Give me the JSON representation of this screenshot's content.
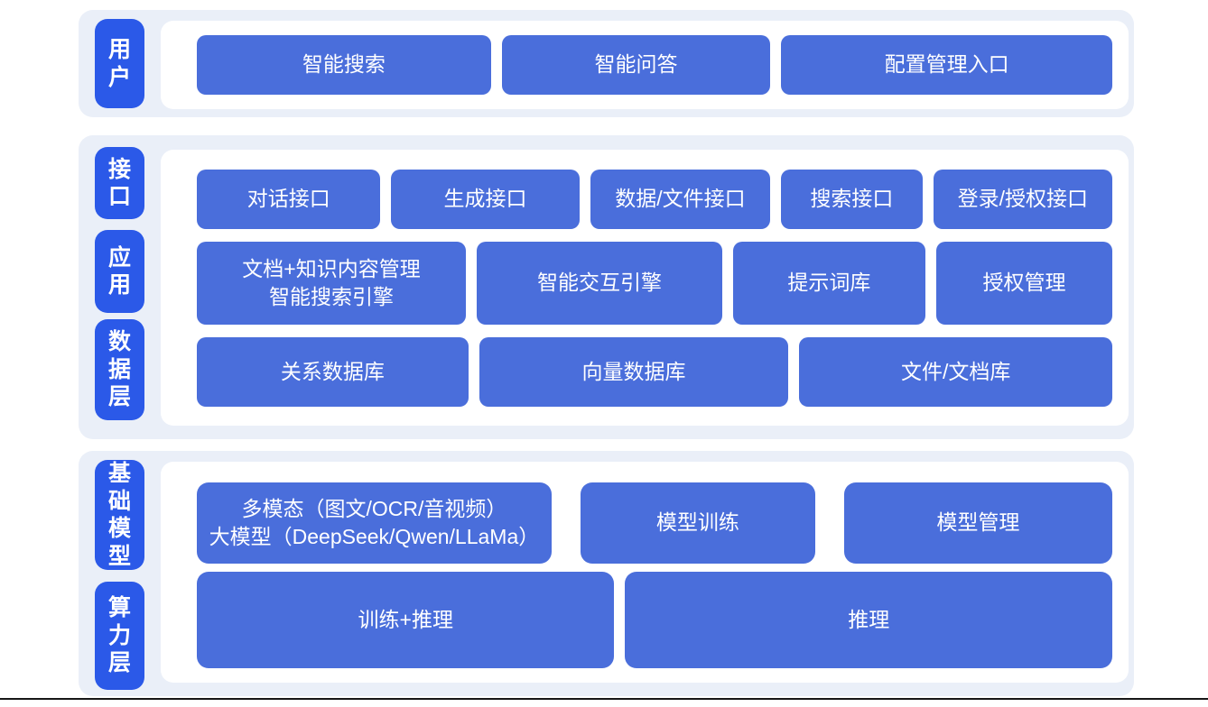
{
  "colors": {
    "band_background": "#eaeff8",
    "label_background": "#2b59e8",
    "node_background": "#4a6edb",
    "node_text": "#ffffff",
    "page_background": "#ffffff",
    "bottom_divider": "#161616"
  },
  "sections": [
    {
      "labels": [
        {
          "text": "用户"
        }
      ],
      "rows": [
        {
          "buttons": [
            {
              "text": "智能搜索"
            },
            {
              "text": "智能问答"
            },
            {
              "text": "配置管理入口"
            }
          ]
        }
      ]
    },
    {
      "labels": [
        {
          "text": "接口"
        },
        {
          "text": "应用"
        },
        {
          "text": "数据层"
        }
      ],
      "rows": [
        {
          "buttons": [
            {
              "text": "对话接口"
            },
            {
              "text": "生成接口"
            },
            {
              "text": "数据/文件接口"
            },
            {
              "text": "搜索接口"
            },
            {
              "text": "登录/授权接口"
            }
          ]
        },
        {
          "buttons": [
            {
              "line1": "文档+知识内容管理",
              "line2": "智能搜索引擎"
            },
            {
              "text": "智能交互引擎"
            },
            {
              "text": "提示词库"
            },
            {
              "text": "授权管理"
            }
          ]
        },
        {
          "buttons": [
            {
              "text": "关系数据库"
            },
            {
              "text": "向量数据库"
            },
            {
              "text": "文件/文档库"
            }
          ]
        }
      ]
    },
    {
      "labels": [
        {
          "text": "基础模型"
        },
        {
          "text": "算力层"
        }
      ],
      "rows": [
        {
          "buttons": [
            {
              "line1": "多模态（图文/OCR/音视频）",
              "line2": "大模型（DeepSeek/Qwen/LLaMa）"
            },
            {
              "text": "模型训练"
            },
            {
              "text": "模型管理"
            }
          ]
        },
        {
          "buttons": [
            {
              "text": "训练+推理"
            },
            {
              "text": "推理"
            }
          ]
        }
      ]
    }
  ]
}
